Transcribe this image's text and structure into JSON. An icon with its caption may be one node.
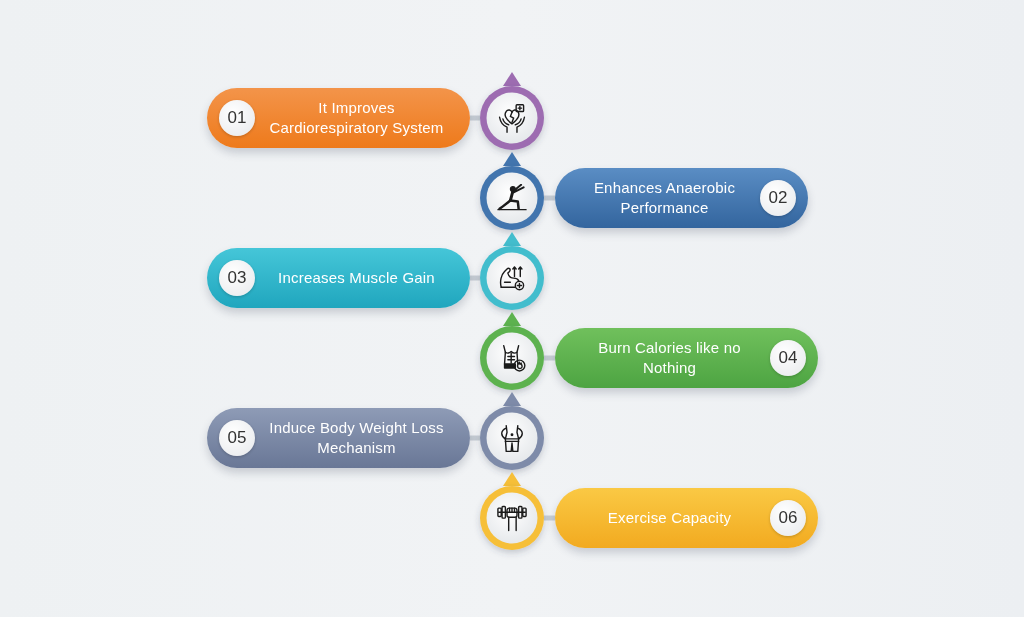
{
  "diagram": {
    "nodes": [
      {
        "text": [
          "01",
          "It Improves Cardiorespiratory System"
        ]
      },
      {
        "text": [],
        "shape": "circle"
      },
      {
        "text": [],
        "shape": "circle"
      },
      {
        "text": [
          "Enhances Anaerobic Performance",
          "02"
        ]
      },
      {
        "text": [
          "03",
          "Increases Muscle Gain"
        ]
      },
      {
        "text": [],
        "shape": "circle"
      },
      {
        "text": [],
        "shape": "circle"
      },
      {
        "text": [
          "Burn Calories like no Nothing",
          "04"
        ]
      },
      {
        "text": [
          "05",
          "Induce Body Weight Loss Mechanism"
        ]
      },
      {
        "text": [],
        "shape": "circle"
      },
      {
        "text": [],
        "shape": "circle"
      },
      {
        "text": [
          "Exercise Capacity",
          "06"
        ]
      }
    ],
    "edges": [
      {
        "from": 0,
        "to": 1,
        "arrow": "none"
      },
      {
        "from": 3,
        "to": 2,
        "arrow": "none"
      },
      {
        "from": 4,
        "to": 5,
        "arrow": "none"
      },
      {
        "from": 7,
        "to": 6,
        "arrow": "none"
      },
      {
        "from": 8,
        "to": 9,
        "arrow": "none"
      },
      {
        "from": 11,
        "to": 10,
        "arrow": "none"
      }
    ]
  }
}
